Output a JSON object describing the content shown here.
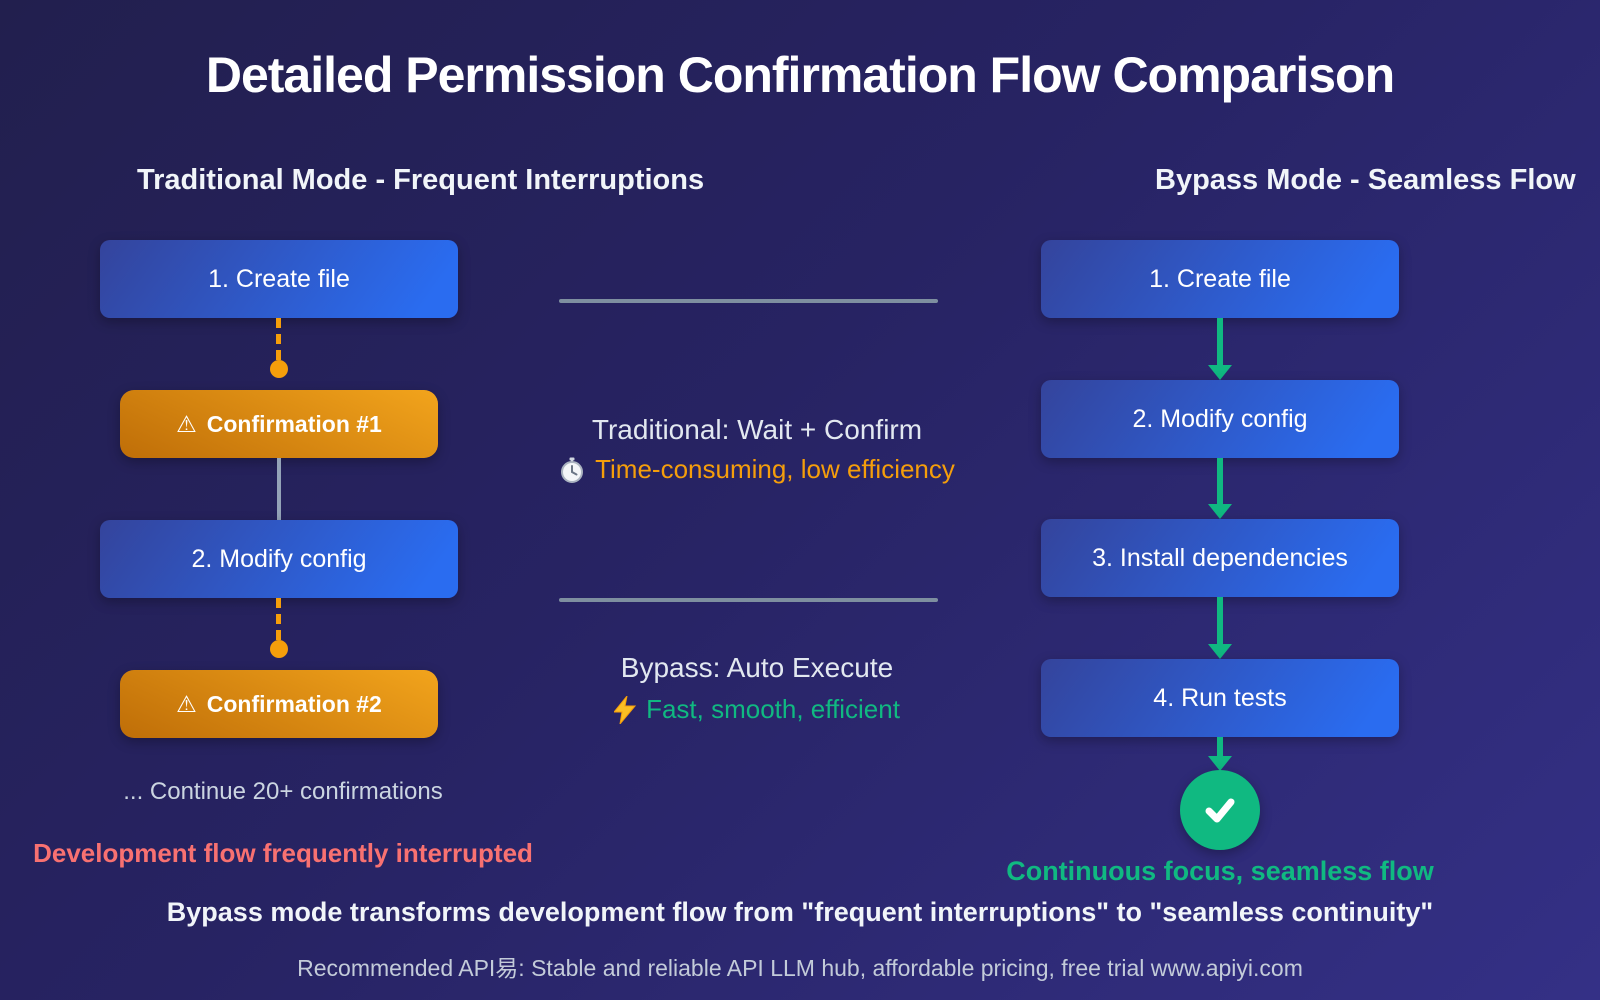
{
  "page_title": "Detailed Permission Confirmation Flow Comparison",
  "traditional": {
    "header": "Traditional Mode - Frequent Interruptions",
    "step1": "1. Create file",
    "confirmation1": "Confirmation #1",
    "step2": "2. Modify config",
    "confirmation2": "Confirmation #2",
    "warning_icon": "⚠",
    "continue_note": "... Continue 20+ confirmations",
    "verdict": "Development flow frequently interrupted"
  },
  "comparison": {
    "traditional_title": "Traditional: Wait + Confirm",
    "traditional_note": "Time-consuming, low efficiency",
    "bypass_title": "Bypass: Auto Execute",
    "bypass_note": "Fast, smooth, efficient"
  },
  "bypass": {
    "header": "Bypass Mode - Seamless Flow",
    "steps": [
      "1. Create file",
      "2. Modify config",
      "3. Install dependencies",
      "4. Run tests"
    ],
    "verdict": "Continuous focus, seamless flow"
  },
  "footer": {
    "summary": "Bypass mode transforms development flow from \"frequent interruptions\" to \"seamless continuity\"",
    "promo": "Recommended API易: Stable and reliable API LLM hub, affordable pricing, free trial www.apiyi.com"
  },
  "icons": {
    "stopwatch": "stopwatch-icon",
    "lightning": "lightning-icon",
    "warning": "warning-icon",
    "check": "check-icon"
  },
  "colors": {
    "background_start": "#221f4e",
    "background_end": "#343086",
    "step_blue_start": "#34449c",
    "step_blue_end": "#2a6cf0",
    "confirmation_orange_start": "#bf6e08",
    "confirmation_orange_end": "#f2a41c",
    "accent_orange": "#f59e0b",
    "accent_green": "#10b981",
    "accent_red": "#f87171",
    "divider_gray": "#7e8fa0",
    "muted_text": "#cbd5e1",
    "light_text": "#e2e8f0"
  }
}
